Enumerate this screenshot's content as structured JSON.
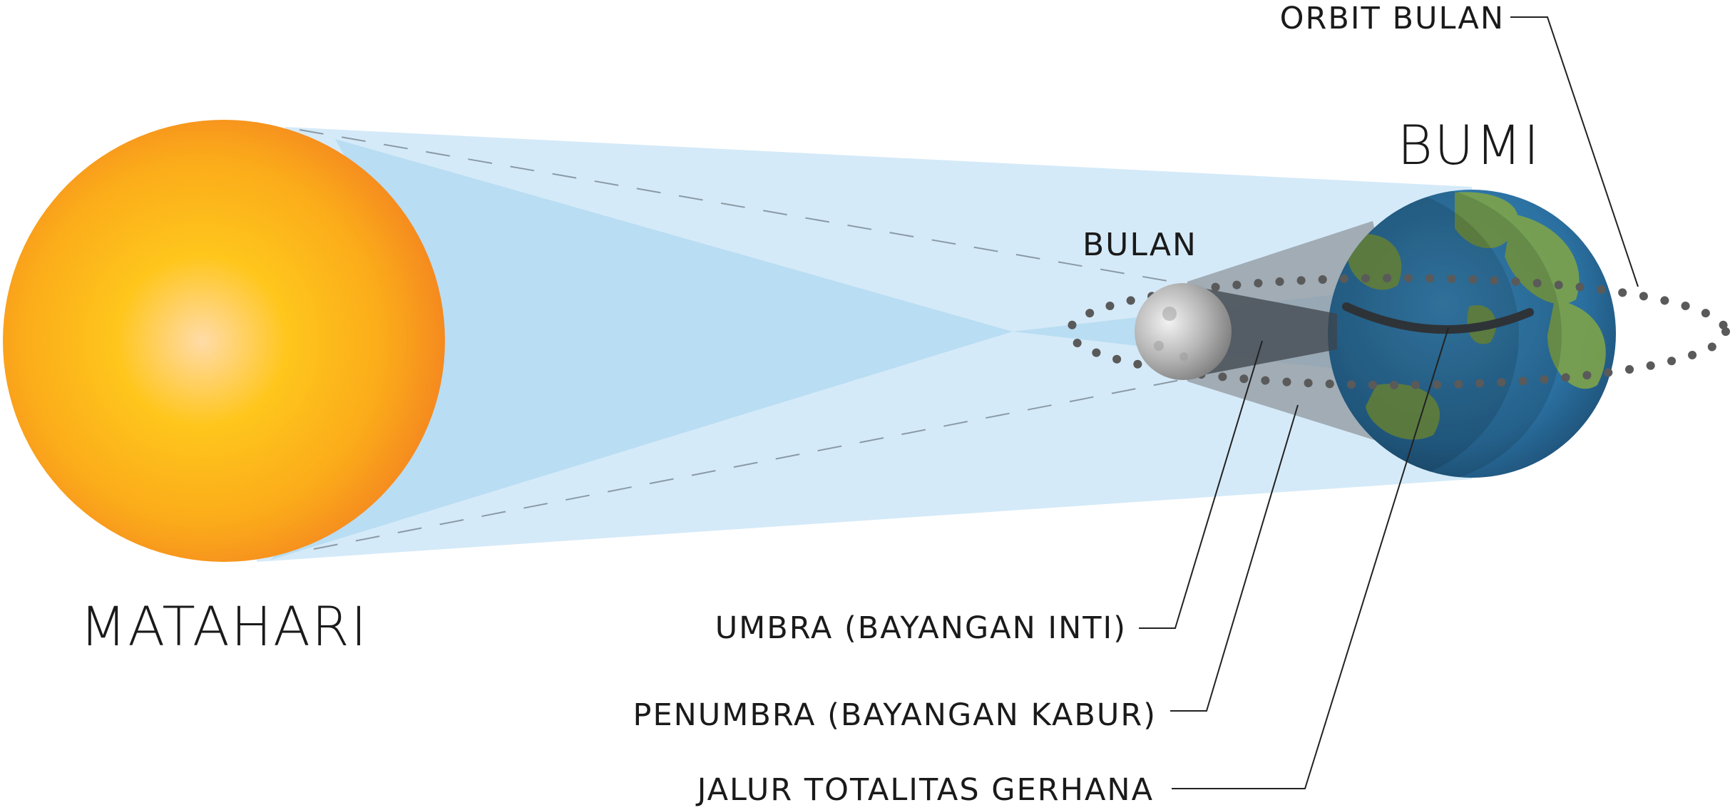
{
  "labels": {
    "sun": "MATAHARI",
    "earth": "BUMI",
    "moon": "BULAN",
    "moon_orbit": "ORBIT BULAN",
    "umbra": "UMBRA (BAYANGAN INTI)",
    "penumbra": "PENUMBRA (BAYANGAN KABUR)",
    "totality_path": "JALUR TOTALITAS GERHANA"
  },
  "colors": {
    "sun_core": "#ffd9a0",
    "sun_mid": "#ffc40d",
    "sun_edge": "#f7941d",
    "light_cone": "#b9ddf3",
    "light_cone_pale": "#d5eaf8",
    "umbra": "#4a4f56",
    "penumbra": "#8a9298",
    "earth_ocean": "#2d7fb8",
    "earth_land": "#7ea34a",
    "moon": "#b8b8b8",
    "orbit_dots": "#5a5a5a",
    "text": "#1a1a1a"
  }
}
